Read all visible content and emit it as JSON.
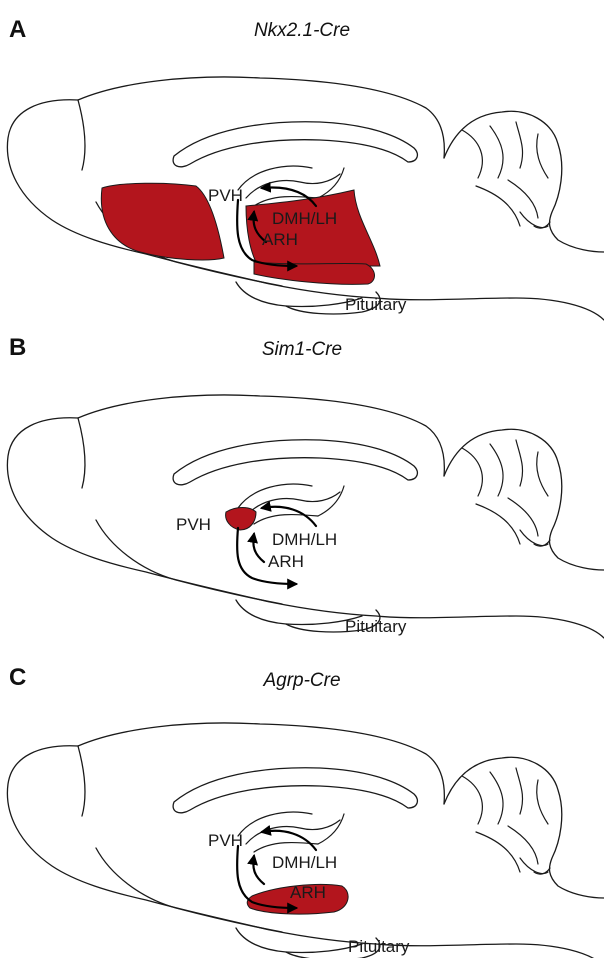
{
  "panels": [
    {
      "letter": "A",
      "title": "Nkx2.1-Cre",
      "labels": {
        "pvh": "PVH",
        "dmh_lh": "DMH/LH",
        "arh": "ARH",
        "pituitary": "Pituitary"
      }
    },
    {
      "letter": "B",
      "title": "Sim1-Cre",
      "labels": {
        "pvh": "PVH",
        "dmh_lh": "DMH/LH",
        "arh": "ARH",
        "pituitary": "Pituitary"
      }
    },
    {
      "letter": "C",
      "title": "Agrp-Cre",
      "labels": {
        "pvh": "PVH",
        "dmh_lh": "DMH/LH",
        "arh": "ARH",
        "pituitary": "Pituitary"
      }
    }
  ],
  "colors": {
    "highlight": "#b3151d",
    "outline": "#1a1a1a"
  }
}
